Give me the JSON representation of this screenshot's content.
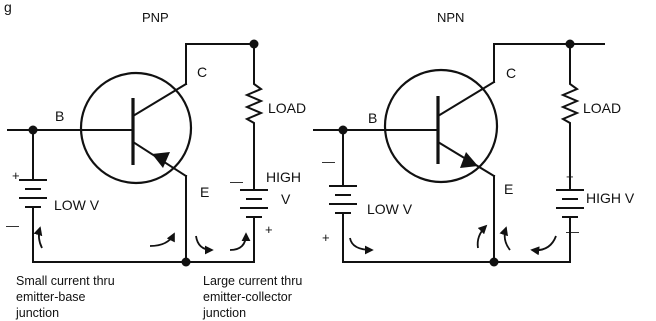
{
  "colors": {
    "ink": "#111111",
    "background": "#ffffff"
  },
  "header": {
    "partial_title": "g"
  },
  "pnp": {
    "title": "PNP",
    "base_label": "B",
    "collector_label": "C",
    "emitter_label": "E",
    "load_label": "LOAD",
    "low_supply": {
      "plus": "+",
      "minus": "—",
      "label": "LOW V"
    },
    "high_supply": {
      "minus": "—",
      "label_line1": "HIGH",
      "label_line2": "V",
      "plus": "+"
    }
  },
  "npn": {
    "title": "NPN",
    "base_label": "B",
    "collector_label": "C",
    "emitter_label": "E",
    "load_label": "LOAD",
    "low_supply": {
      "minus": "—",
      "label": "LOW V",
      "plus": "+"
    },
    "high_supply": {
      "plus": "+",
      "label": "HIGH V",
      "minus": "—"
    }
  },
  "captions": {
    "small_current": [
      "Small current thru",
      "emitter-base",
      "junction"
    ],
    "large_current": [
      "Large current thru",
      "emitter-collector",
      "junction"
    ]
  }
}
